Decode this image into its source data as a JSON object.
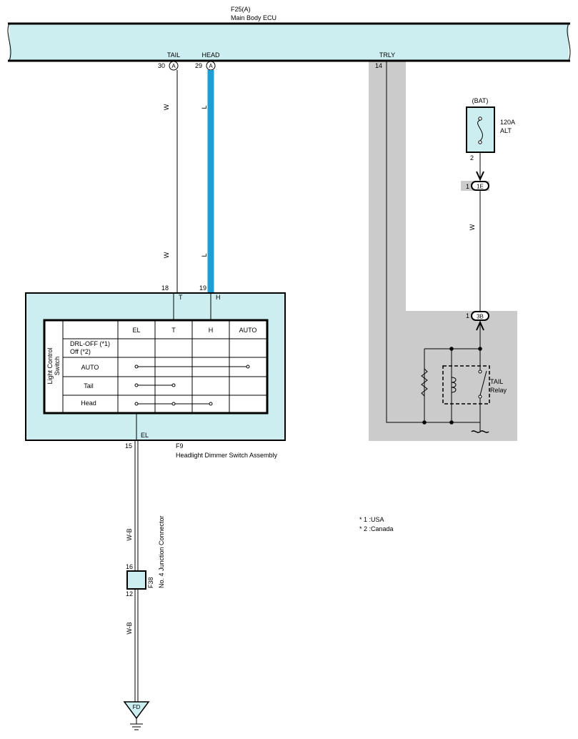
{
  "ecu": {
    "code": "F25(A)",
    "name": "Main Body ECU",
    "pins": [
      {
        "label": "TAIL",
        "number": "30",
        "connector": "A"
      },
      {
        "label": "HEAD",
        "number": "29",
        "connector": "A"
      },
      {
        "label": "TRLY",
        "number": "14"
      }
    ]
  },
  "wires": {
    "tail_color": "W",
    "head_color": "L",
    "battery_feed_color": "W",
    "ground_color": "W-B"
  },
  "colors": {
    "component_fill": "#cdeef0",
    "head_wire": "#1e9fd4",
    "shaded_area": "#cbcbcb",
    "line": "#000000"
  },
  "fuse": {
    "source": "(BAT)",
    "rating": "120A",
    "name": "ALT",
    "pin": "2"
  },
  "junctions": [
    {
      "label": "1E",
      "pin": "1"
    },
    {
      "label": "3B",
      "pin": "1"
    }
  ],
  "relay": {
    "name_line1": "TAIL",
    "name_line2": "Relay"
  },
  "switch_assembly": {
    "code": "F9",
    "name": "Headlight Dimmer Switch Assembly",
    "top_pins": [
      {
        "number": "18",
        "terminal": "T"
      },
      {
        "number": "19",
        "terminal": "H"
      }
    ],
    "bottom_pin": {
      "number": "15",
      "terminal": "EL"
    },
    "table": {
      "side_label_line1": "Light Control",
      "side_label_line2": "Switch",
      "columns": [
        "EL",
        "T",
        "H",
        "AUTO"
      ],
      "rows": [
        {
          "label_line1": "DRL-OFF (*1)",
          "label_line2": "Off (*2)"
        },
        {
          "label_line1": "AUTO"
        },
        {
          "label_line1": "Tail"
        },
        {
          "label_line1": "Head"
        }
      ]
    }
  },
  "junction_connector": {
    "code": "F38",
    "name": "No. 4 Junction Connector",
    "pin_top": "16",
    "pin_bottom": "12"
  },
  "ground": {
    "label": "FD"
  },
  "notes": [
    "* 1 :USA",
    "* 2 :Canada"
  ]
}
